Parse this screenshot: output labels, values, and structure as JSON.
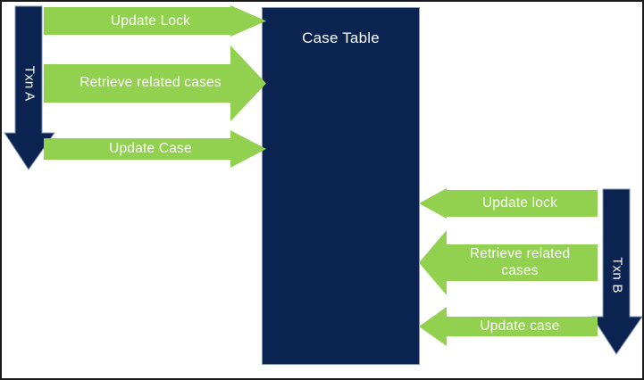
{
  "diagram": {
    "title_visible": false,
    "colors": {
      "green_arrow": "#92d050",
      "navy": "#0b2350",
      "text_on_dark": "#ffffff",
      "background": "#ffffff",
      "border": "#1a1a1a"
    },
    "case_table": {
      "label": "Case Table"
    },
    "transactions": [
      {
        "id": "txn-a",
        "label": "Txn A",
        "direction": "down",
        "side": "left"
      },
      {
        "id": "txn-b",
        "label": "Txn B",
        "direction": "down",
        "side": "right"
      }
    ],
    "left_arrows": [
      {
        "id": "update-lock",
        "label": "Update Lock",
        "direction": "right"
      },
      {
        "id": "retrieve-related-cases",
        "label": "Retrieve related cases",
        "direction": "right"
      },
      {
        "id": "update-case",
        "label": "Update Case",
        "direction": "right"
      }
    ],
    "right_arrows": [
      {
        "id": "update-lock-b",
        "label": "Update lock",
        "direction": "left"
      },
      {
        "id": "retrieve-related-cases-b",
        "label": "Retrieve related cases",
        "direction": "left"
      },
      {
        "id": "update-case-b",
        "label": "Update case",
        "direction": "left"
      }
    ]
  }
}
